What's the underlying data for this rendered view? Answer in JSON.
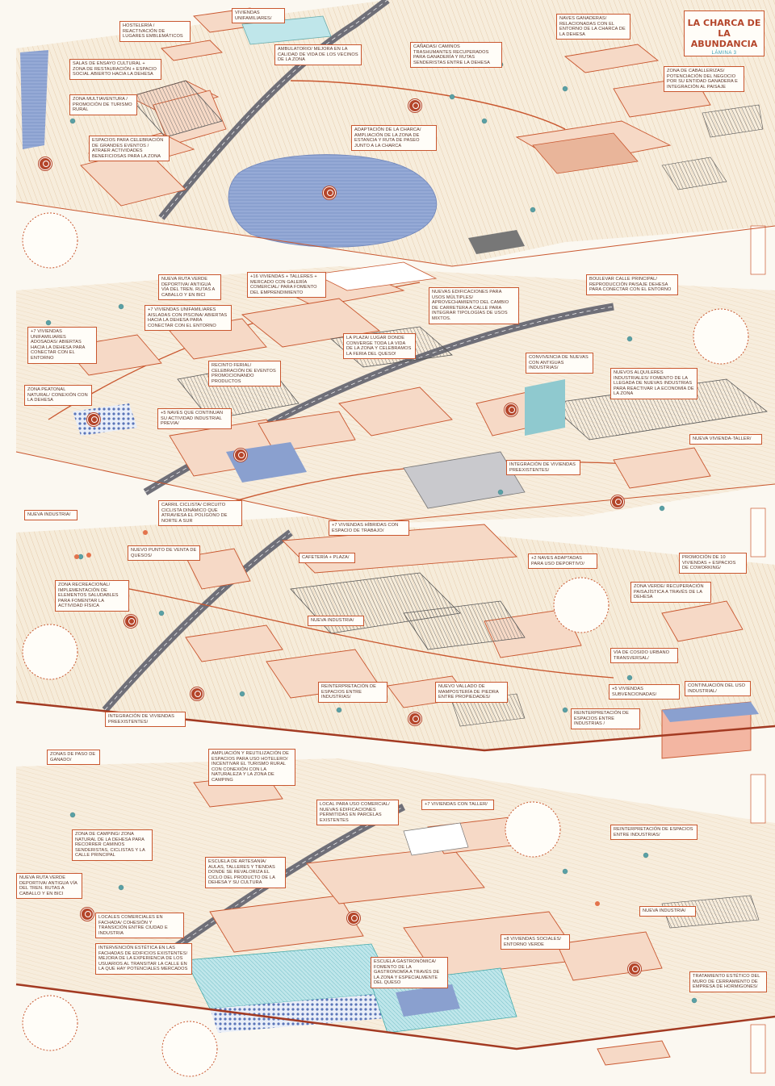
{
  "title": {
    "line1": "LA CHARCA DE",
    "line2": "LA ABUNDANCIA",
    "sheet": "LÁMINA 3"
  },
  "labels": {
    "hosteleria": "HOSTELERÍA / REACTIVACIÓN DE LUGARES EMBLEMÁTICOS",
    "viviendas_uni": "VIVIENDAS UNIFAMILIARES/",
    "ambulatorio": "AMBULATORIO/ MEJORA EN LA CALIDAD DE VIDA DE LOS VECINOS DE LA ZONA",
    "canadas": "CAÑADAS/ CAMINOS TRASHUMANTES RECUPERADOS PARA GANADERÍA Y RUTAS SENDERISTAS ENTRE LA DEHESA",
    "naves_ganaderas": "NAVES GANADERAS/ RELACIONADAS CON EL ENTORNO DE LA CHARCA DE LA DEHESA",
    "salas_ensayo": "SALAS DE ENSAYO CULTURAL + ZONA DE RESTAURACIÓN + ESPACIO SOCIAL ABIERTO HACIA LA DEHESA",
    "zona_multiaventura": "ZONA MULTIAVENTURA / PROMOCIÓN DE TURISMO RURAL",
    "espacios_celebracion": "ESPACIOS PARA CELEBRACIÓN DE GRANDES EVENTOS / ATRAER ACTIVIDADES BENEFICIOSAS PARA LA ZONA",
    "adaptacion_charca": "ADAPTACIÓN DE LA CHARCA/ AMPLIACIÓN DE LA ZONA DE ESTANCIA Y RUTA DE PASEO JUNTO A LA CHARCA",
    "zona_caballerizas": "ZONA DE CABALLERIZAS/ POTENCIACIÓN DEL NEGOCIO POR SU ENTIDAD GANADERA E INTEGRACIÓN AL PAISAJE",
    "nueva_ruta_1": "NUEVA RUTA VERDE DEPORTIVA/ ANTIGUA VÍA DEL TREN. RUTAS A CABALLO Y EN BICI",
    "viviendas_16": "+16 VIVIENDAS + TALLERES + MERCADO CON GALERÍA COMERCIAL/ PARA FOMENTO DEL EMPRENDIMIENTO",
    "nuevas_edificaciones": "NUEVAS EDIFICACIONES PARA USOS MÚLTIPLES/ APROVECHAMIENTO DEL CAMBIO DE CARRETERA A CALLE PARA INTEGRAR TIPOLOGÍAS DE USOS MIXTOS.",
    "boulevar": "BOULEVAR CALLE PRINCIPAL/ REPRODUCCIÓN PAISAJE DEHESA PARA CONECTAR CON EL ENTORNO",
    "viviendas_7a": "+7 VIVIENDAS UNIFAMILIARES AISLADAS CON PISCINA/ ABIERTAS HACIA LA DEHESA PARA CONECTAR CON EL ENTORNO",
    "viviendas_7b": "+7 VIVIENDAS UNIFAMILIARES ADOSADAS/ ABIERTAS HACIA LA DEHESA PARA CONECTAR CON EL ENTORNO",
    "laplaza": "LA PLAZA/ LUGAR DONDE CONVERGE TODA LA VIDA DE LA ZONA Y CELEBRAMOS LA FERIA DEL QUESO!",
    "recinto_ferial": "RECINTO FERIAL/ CELEBRACIÓN DE EVENTOS PROMOCIONANDO PRODUCTOS",
    "convivencia": "CONVIVENCIA DE NUEVAS CON ANTIGUAS INDUSTRIAS/",
    "zona_peatonal": "ZONA PEATONAL NATURAL/ CONEXIÓN CON LA DEHESA",
    "naves_5": "+5 NAVES QUE CONTINUAN SU ACTIVIDAD INDUSTRIAL PREVIA/",
    "nuevos_alquileres": "NUEVOS ALQUILERES INDUSTRIALES/ FOMENTO DE LA LLEGADA DE NUEVAS INDUSTRIAS PARA REACTIVAR LA ECONOMÍA DE LA ZONA",
    "nueva_vivienda_taller": "NUEVA VIVIENDA-TALLER/",
    "integracion_1": "INTEGRACIÓN DE VIVIENDAS PREEXISTENTES/",
    "nueva_industria_1": "NUEVA INDUSTRIA/",
    "carril_ciclista": "CARRIL CICLISTA/ CIRCUITO CICLISTA DINÁMICO QUE ATRAVIESA EL POLÍGONO DE NORTE A SUR",
    "viviendas_hibridas": "+7 VIVIENDAS HÍBRIDAS CON ESPACIO DE TRABAJO/",
    "punto_venta": "NUEVO PUNTO DE VENTA DE QUESOS/",
    "cafeteria": "CAFETERÍA + PLAZA/",
    "naves_2": "+2 NAVES ADAPTADAS PARA USO DEPORTIVO/",
    "promocion_10": "PROMOCIÓN DE 10 VIVIENDAS + ESPACIOS DE COWORKING/",
    "zona_recreacional": "ZONA RECREACIONAL/ IMPLEMENTACIÓN DE ELEMENTOS SALUDABLES PARA FOMENTAR LA ACTIVIDAD FÍSICA",
    "zonaverde": "ZONA VERDE/ RECUPERACIÓN PAISAJÍSTICA A TRAVÉS DE LA DEHESA",
    "nueva_industria_2": "NUEVA INDUSTRIA/",
    "via_cosido": "VÍA DE COSIDO URBANO TRANSVERSAL/",
    "reinterpretacion_1": "REINTERPRETACIÓN DE ESPACIOS ENTRE INDUSTRIAS/",
    "nuevo_vallado": "NUEVO VALLADO DE MAMPOSTERÍA DE PIEDRA ENTRE PROPIEDADES/",
    "viviendas_5": "+5 VIVIENDAS SUBVENCIONADAS/",
    "continuacion": "CONTINUACIÓN DEL USO INDUSTRIAL/",
    "integracion_2": "INTEGRACIÓN DE VIVIENDAS PREEXISTENTES/",
    "reinterpretacion_2": "REINTERPRETACIÓN DE ESPACIOS ENTRE INDUSTRIAS /",
    "zonas_paso": "ZONAS DE PASO DE GANADO/",
    "ampliacion": "AMPLIACIÓN Y REUTILIZACIÓN DE ESPACIOS PARA USO HOTELERO/ INCENTIVAR EL TURISMO RURAL CON CONEXIÓN CON LA NATURALEZA Y LA ZONA DE CAMPING",
    "local_comercial": "LOCAL PARA USO COMERCIAL/ NUEVAS EDIFICACIONES PERMITIDAS EN PARCELAS EXISTENTES",
    "viviendas_taller": "+7 VIVIENDAS CON TALLER/",
    "reinterpretacion_3": "REINTERPRETACIÓN DE ESPACIOS ENTRE INDUSTRIAS/",
    "zona_camping": "ZONA DE CAMPING/ ZONA NATURAL DE LA DEHESA PARA RECORRER CAMINOS SENDERISTAS, CICLISTAS Y LA CALLE PRINCIPAL",
    "nueva_ruta_2": "NUEVA RUTA VERDE DEPORTIVA/ ANTIGUA VÍA DEL TREN. RUTAS A CABALLO Y EN BICI",
    "escuela_artesania": "ESCUELA DE ARTESANÍA/ AULAS, TALLERES Y TIENDAS DONDE SE REVALORIZA EL CICLO DEL PRODUCTO DE LA DEHESA Y SU CULTURA",
    "locales_comerciales": "LOCALES COMERCIALES EN FACHADA/ COHESIÓN Y TRANSICIÓN ENTRE CIUDAD E INDUSTRIA",
    "nueva_industria_3": "NUEVA INDUSTRIA/",
    "intervencion": "INTERVENCIÓN ESTÉTICA EN LAS FACHADAS DE EDIFICIOS EXISTENTES/ MEJORA DE LA EXPERIENCIA DE LOS USUARIOS AL TRANSITAR LA CALLE EN LA QUE HAY POTENCIALES MERCADOS",
    "viviendas_8": "+8 VIVIENDAS SOCIALES/ ENTORNO VERDE",
    "escuela_gastronomica": "ESCUELA GASTRONÓMICA/ FOMENTO DE LA GASTRONOMÍA A TRAVÉS DE LA ZONA Y ESPECIALMENTE DEL QUESO",
    "tratamiento": "TRATAMIENTO ESTÉTICO DEL MURO DE CERRAMIENTO DE EMPRESA DE HORMIGONES/"
  },
  "colors": {
    "paper": "#fbf8f1",
    "accent": "#b4452a",
    "building_fill": "#f6d9c6",
    "building_stroke": "#c9572f",
    "water": "#7e95c6",
    "roof_grey": "#8a8a8a",
    "tree": "#5aa0a5",
    "field": "#e8cfa8",
    "road": "#6f6f78"
  },
  "icons": [
    "pin-icon",
    "cow-icon",
    "tree-icon",
    "car-icon",
    "bike-icon"
  ]
}
